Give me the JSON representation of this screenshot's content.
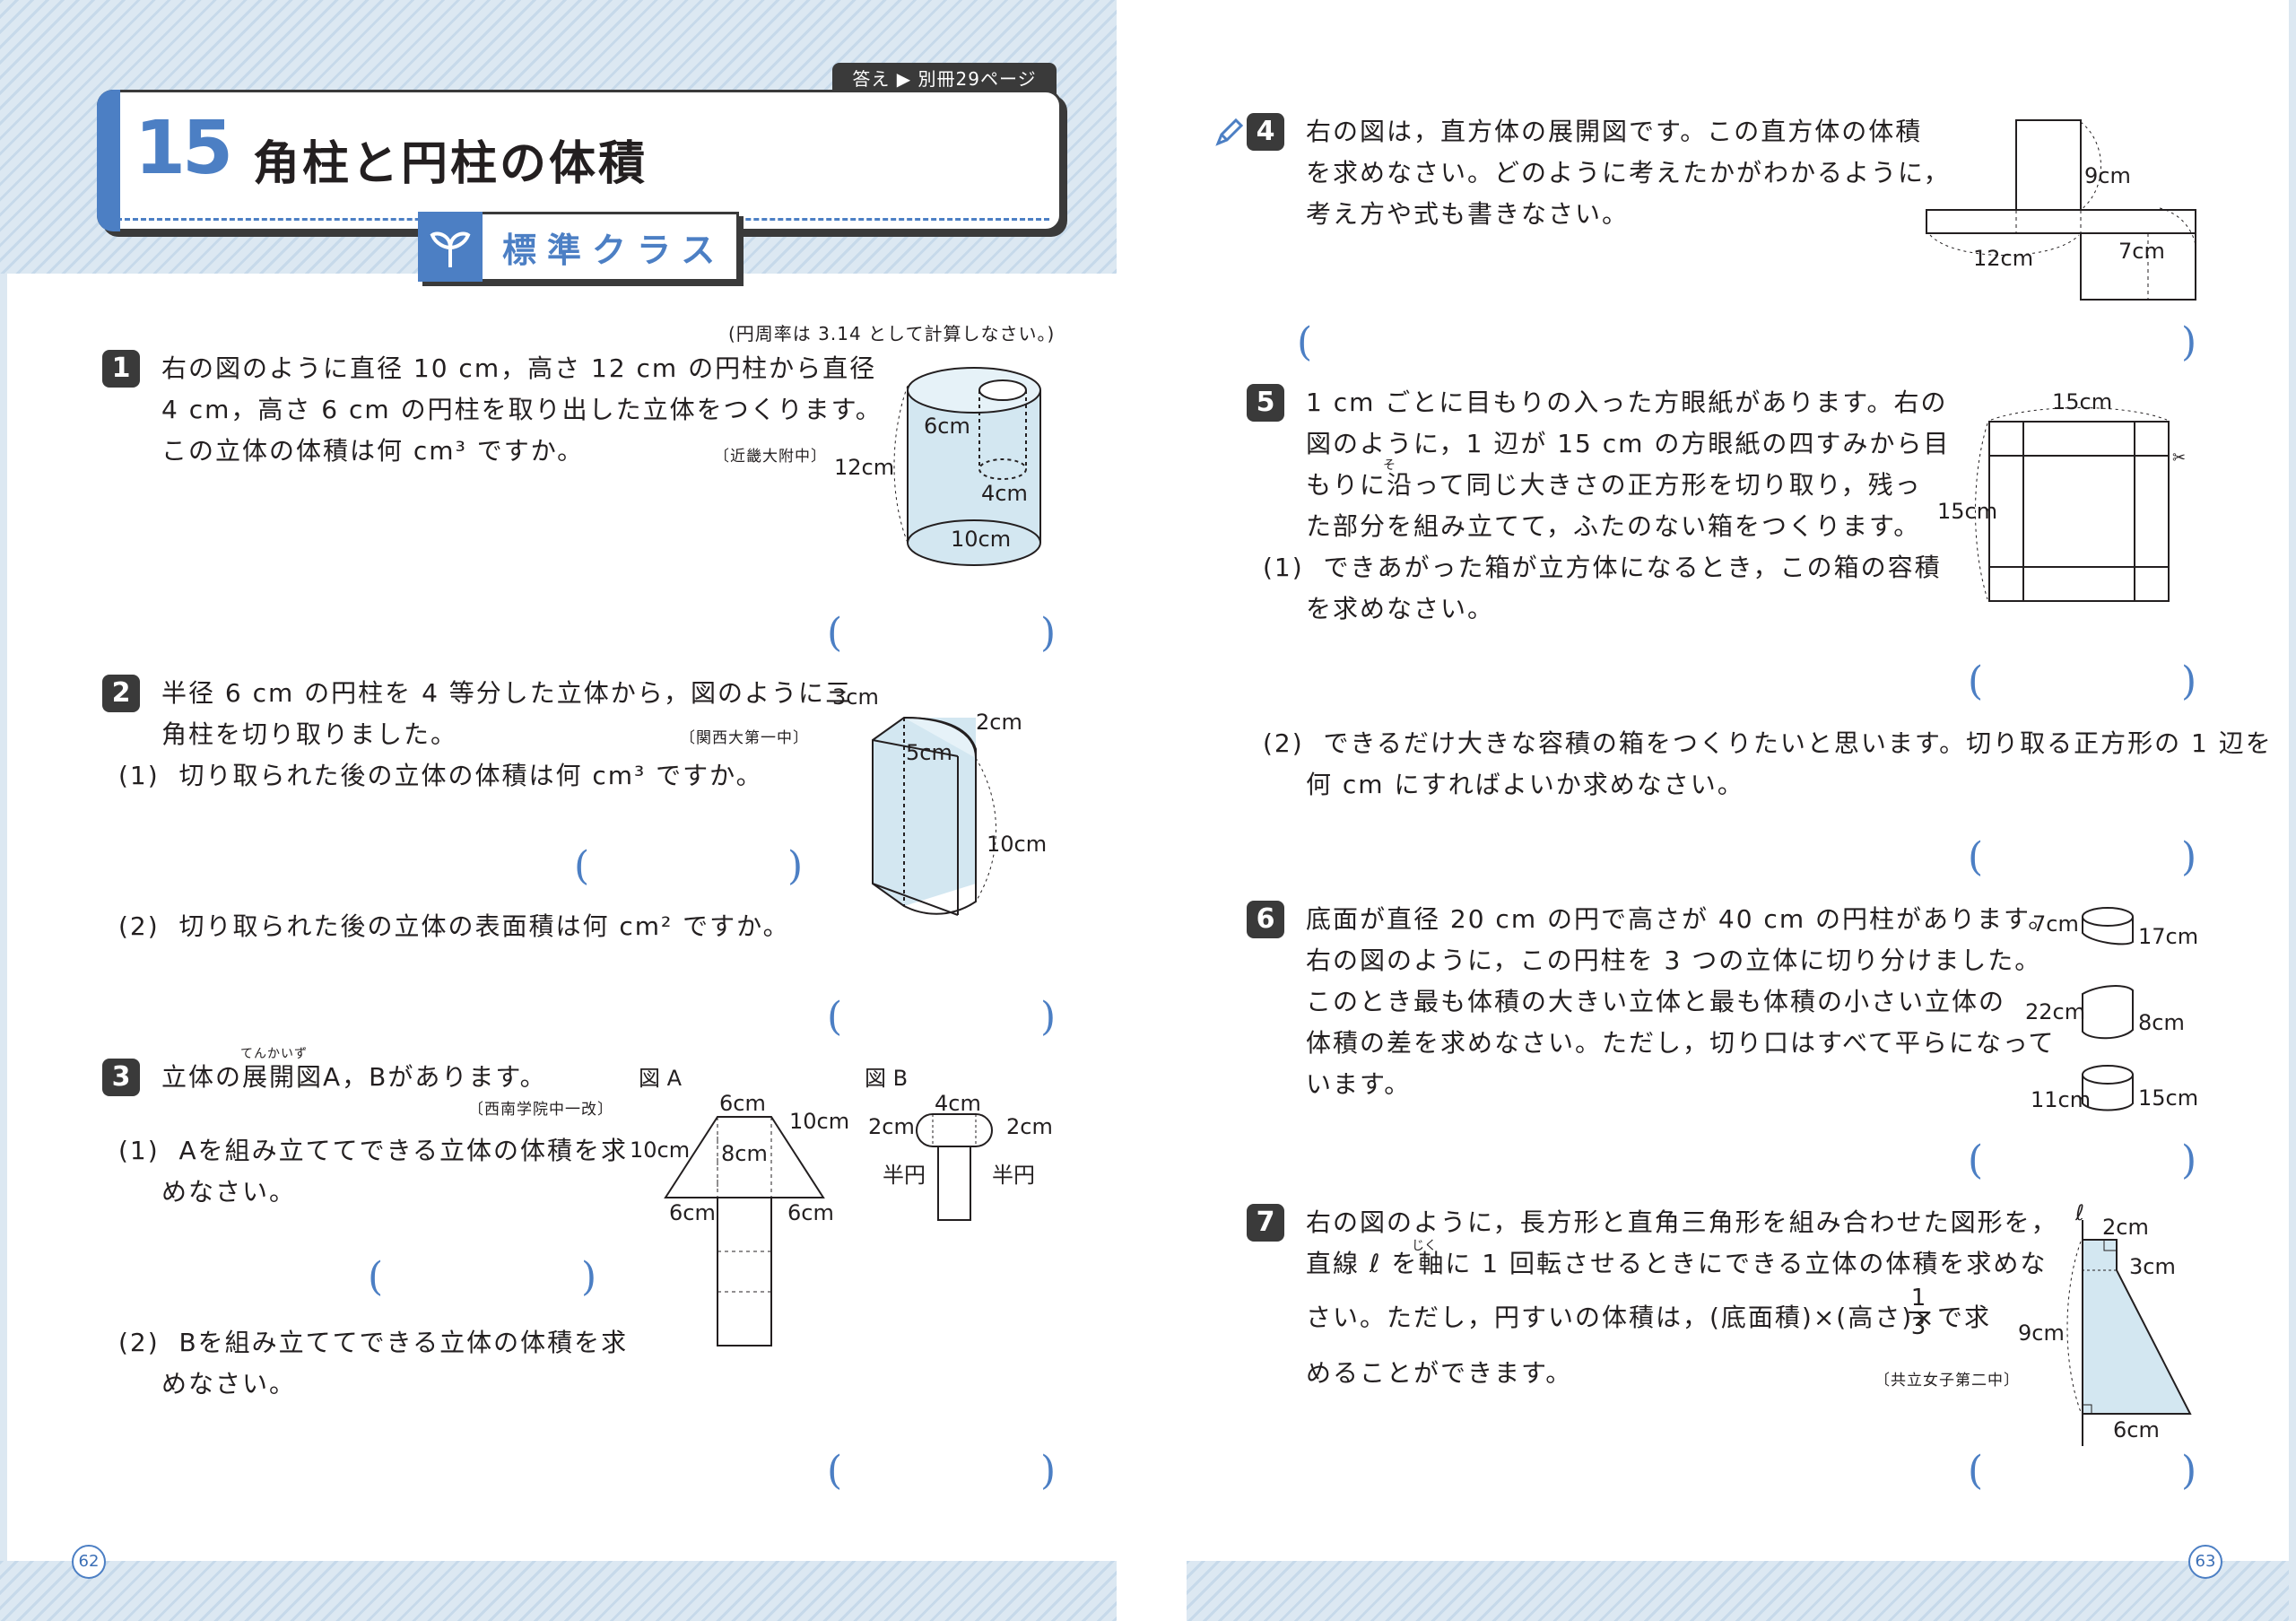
{
  "header": {
    "chapter_no": "15",
    "title": "角柱と円柱の体積",
    "answer_tab": "答え ▶ 別冊29ページ",
    "class_label": "標準クラス"
  },
  "note": "(円周率は 3.14 として計算しなさい。)",
  "q1": {
    "no": "1",
    "lines": [
      "右の図のように直径 10 cm，高さ 12 cm の円柱から直径",
      "4 cm，高さ 6 cm の円柱を取り出した立体をつくります。",
      "この立体の体積は何 cm³ ですか。"
    ],
    "source": "〔近畿大附中〕",
    "fig": {
      "h": "12cm",
      "inner_h": "6cm",
      "inner_d": "4cm",
      "d": "10cm"
    }
  },
  "q2": {
    "no": "2",
    "lines": [
      "半径 6 cm の円柱を 4 等分した立体から，図のように三",
      "角柱を切り取りました。"
    ],
    "source": "〔関西大第一中〕",
    "p1": "(1)  切り取られた後の立体の体積は何 cm³ ですか。",
    "p2": "(2)  切り取られた後の立体の表面積は何 cm² ですか。",
    "fig": {
      "a": "3cm",
      "b": "2cm",
      "c": "5cm",
      "d": "10cm"
    }
  },
  "q3": {
    "no": "3",
    "line": "立体の展開図A，Bがあります。",
    "ruby": "てんかいず",
    "source": "〔西南学院中一改〕",
    "p1": [
      "(1)  Aを組み立ててできる立体の体積を求",
      "めなさい。"
    ],
    "p2": [
      "(2)  Bを組み立ててできる立体の体積を求",
      "めなさい。"
    ],
    "figA": {
      "title": "図 A",
      "top": "6cm",
      "side": "10cm",
      "side2": "10cm",
      "mid": "8cm",
      "bl": "6cm",
      "br": "6cm"
    },
    "figB": {
      "title": "図 B",
      "top": "4cm",
      "l": "2cm",
      "r": "2cm",
      "semi_l": "半円",
      "semi_r": "半円"
    }
  },
  "q4": {
    "no": "4",
    "lines": [
      "右の図は，直方体の展開図です。この直方体の体積",
      "を求めなさい。どのように考えたかがわかるように，",
      "考え方や式も書きなさい。"
    ],
    "fig": {
      "a": "9cm",
      "b": "12cm",
      "c": "7cm"
    }
  },
  "q5": {
    "no": "5",
    "lines": [
      "1 cm ごとに目もりの入った方眼紙があります。右の",
      "図のように，1 辺が 15 cm の方眼紙の四すみから目",
      "もりに沿って同じ大きさの正方形を切り取り，残っ",
      "た部分を組み立てて，ふたのない箱をつくります。"
    ],
    "ruby": "そ",
    "p1": [
      "(1)  できあがった箱が立方体になるとき，この箱の容積",
      "を求めなさい。"
    ],
    "p2": [
      "(2)  できるだけ大きな容積の箱をつくりたいと思います。切り取る正方形の 1 辺を",
      "何 cm にすればよいか求めなさい。"
    ],
    "fig": {
      "top": "15cm",
      "left": "15cm"
    }
  },
  "q6": {
    "no": "6",
    "lines": [
      "底面が直径 20 cm の円で高さが 40 cm の円柱があります。",
      "右の図のように，この円柱を 3 つの立体に切り分けました。",
      "このとき最も体積の大きい立体と最も体積の小さい立体の",
      "体積の差を求めなさい。ただし，切り口はすべて平らになって",
      "います。"
    ],
    "fig": {
      "a1": "7cm",
      "a2": "17cm",
      "b1": "22cm",
      "b2": "8cm",
      "c1": "11cm",
      "c2": "15cm"
    }
  },
  "q7": {
    "no": "7",
    "lines": [
      "右の図のように，長方形と直角三角形を組み合わせた図形を，",
      "直線 ℓ を軸に 1 回転させるときにできる立体の体積を求めな",
      "さい。ただし，円すいの体積は，(底面積)×(高さ)×",
      "めることができます。"
    ],
    "frac_tail": "で求",
    "ruby": "じく",
    "source": "〔共立女子第二中〕",
    "fig": {
      "l": "ℓ",
      "a": "2cm",
      "b": "3cm",
      "c": "9cm",
      "d": "6cm"
    }
  },
  "page_numbers": {
    "left": "62",
    "right": "63"
  },
  "colors": {
    "accent": "#4c7fc4",
    "fill": "#d3e7f1",
    "dark": "#3a3a3a"
  }
}
